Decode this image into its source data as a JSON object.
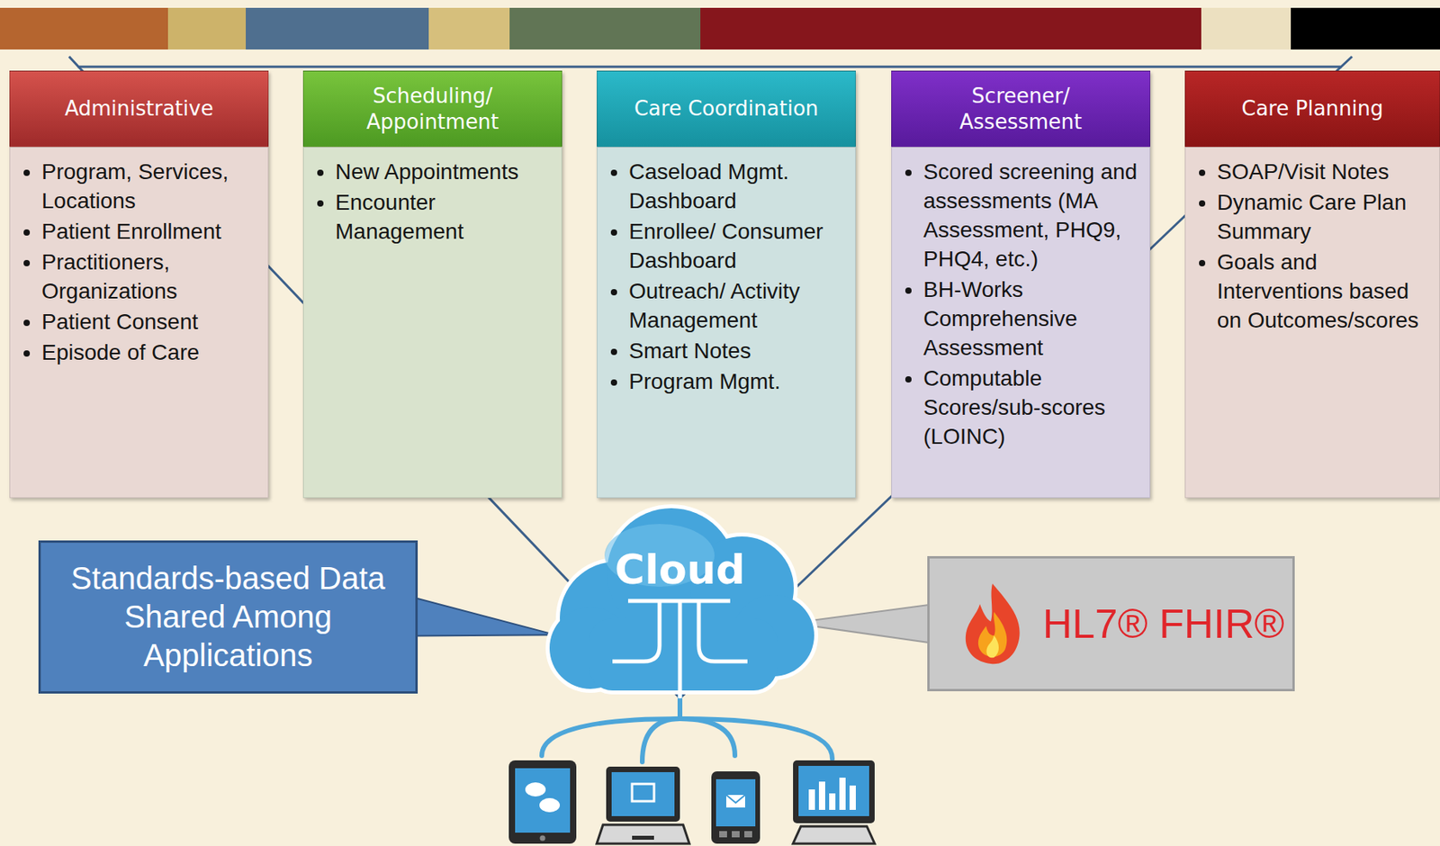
{
  "diagram": {
    "nodes": [
      {
        "text": [
          "Administrative",
          "Program, Services, Locations",
          "Patient Enrollment",
          "Practitioners, Organizations",
          "Patient Consent",
          "Episode of Care"
        ]
      },
      {
        "text": [
          "Scheduling/ Appointment",
          "New Appointments",
          "Encounter Management"
        ]
      },
      {
        "text": [
          "Care Coordination",
          "Caseload Mgmt. Dashboard",
          "Enrollee/ Consumer Dashboard",
          "Outreach/ Activity Management",
          "Smart Notes",
          "Program Mgmt."
        ]
      },
      {
        "text": [
          "Screener/ Assessment",
          "Scored screening and assessments (MA Assessment, PHQ9, PHQ4, etc.)",
          "BH-Works Comprehensive Assessment",
          "Computable Scores/sub-scores (LOINC)"
        ]
      },
      {
        "text": [
          "Care Planning",
          "SOAP/Visit Notes",
          "Dynamic Care Plan Summary",
          "Goals and Interventions based on Outcomes/scores"
        ]
      },
      {
        "text": [
          "Cloud"
        ]
      },
      {
        "text": [
          "Standards-based Data Shared Among Applications"
        ]
      },
      {
        "text": [
          "HL7® FHIR®"
        ]
      }
    ],
    "edges": [
      {
        "from": 6,
        "to": 5,
        "arrow": "none"
      },
      {
        "from": 7,
        "to": 5,
        "arrow": "none"
      }
    ]
  }
}
